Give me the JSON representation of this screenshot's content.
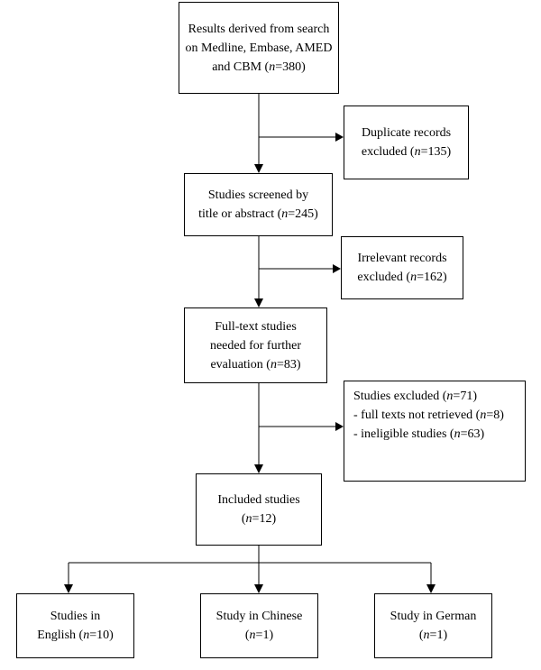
{
  "boxes": {
    "search": {
      "lines": [
        [
          {
            "t": "Results derived from search"
          }
        ],
        [
          {
            "t": "on Medline, Embase, AMED"
          }
        ],
        [
          {
            "t": "and CBM ("
          },
          {
            "t": "n",
            "i": true
          },
          {
            "t": "=380)"
          }
        ]
      ]
    },
    "duplicates": {
      "lines": [
        [
          {
            "t": "Duplicate records"
          }
        ],
        [
          {
            "t": "excluded ("
          },
          {
            "t": "n",
            "i": true
          },
          {
            "t": "=135)"
          }
        ]
      ]
    },
    "screened": {
      "lines": [
        [
          {
            "t": "Studies screened by"
          }
        ],
        [
          {
            "t": "title or abstract ("
          },
          {
            "t": "n",
            "i": true
          },
          {
            "t": "=245)"
          }
        ]
      ]
    },
    "irrelevant": {
      "lines": [
        [
          {
            "t": "Irrelevant records"
          }
        ],
        [
          {
            "t": "excluded ("
          },
          {
            "t": "n",
            "i": true
          },
          {
            "t": "=162)"
          }
        ]
      ]
    },
    "fulltext": {
      "lines": [
        [
          {
            "t": "Full-text studies"
          }
        ],
        [
          {
            "t": "needed for further"
          }
        ],
        [
          {
            "t": "evaluation ("
          },
          {
            "t": "n",
            "i": true
          },
          {
            "t": "=83)"
          }
        ]
      ]
    },
    "excluded": {
      "lines": [
        [
          {
            "t": "Studies excluded ("
          },
          {
            "t": "n",
            "i": true
          },
          {
            "t": "=71)"
          }
        ],
        [
          {
            "t": "- full texts not retrieved ("
          },
          {
            "t": "n",
            "i": true
          },
          {
            "t": "=8)"
          }
        ],
        [
          {
            "t": "- ineligible studies ("
          },
          {
            "t": "n",
            "i": true
          },
          {
            "t": "=63)"
          }
        ]
      ]
    },
    "included": {
      "lines": [
        [
          {
            "t": "Included studies"
          }
        ],
        [
          {
            "t": "("
          },
          {
            "t": "n",
            "i": true
          },
          {
            "t": "=12)"
          }
        ]
      ]
    },
    "english": {
      "lines": [
        [
          {
            "t": "Studies in"
          }
        ],
        [
          {
            "t": "English ("
          },
          {
            "t": "n",
            "i": true
          },
          {
            "t": "=10)"
          }
        ]
      ]
    },
    "chinese": {
      "lines": [
        [
          {
            "t": "Study in Chinese"
          }
        ],
        [
          {
            "t": "("
          },
          {
            "t": "n",
            "i": true
          },
          {
            "t": "=1)"
          }
        ]
      ]
    },
    "german": {
      "lines": [
        [
          {
            "t": "Study in German"
          }
        ],
        [
          {
            "t": "("
          },
          {
            "t": "n",
            "i": true
          },
          {
            "t": "=1)"
          }
        ]
      ]
    }
  }
}
